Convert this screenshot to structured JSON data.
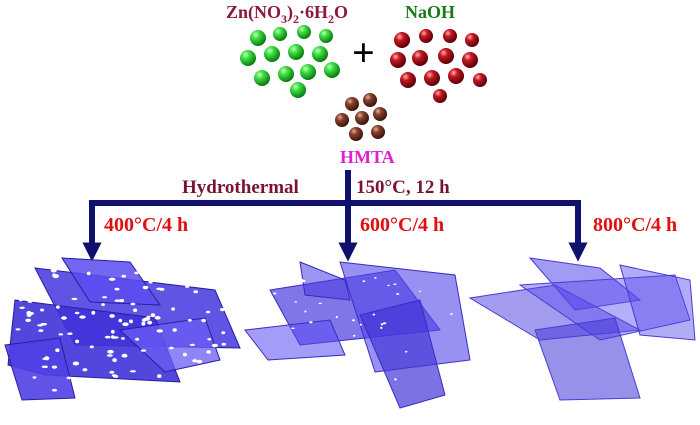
{
  "reagents": {
    "zinc_base": "Zn(NO",
    "zinc_sub3": "3",
    "zinc_paren": ")",
    "zinc_sub2": "2",
    "zinc_dot": "·6H",
    "zinc_h2sub": "2",
    "zinc_o": "O",
    "plus": "+",
    "naoh": "NaOH",
    "hmta": "HMTA"
  },
  "process": {
    "left": "Hydrothermal",
    "right": "150°C, 12 h"
  },
  "branches": [
    {
      "label": "400°C/4 h"
    },
    {
      "label": "600°C/4 h"
    },
    {
      "label": "800°C/4 h"
    }
  ],
  "colors": {
    "zinc_label": "#8b1a3a",
    "naoh_label": "#1a7a1a",
    "hmta_label": "#e020d0",
    "process_label": "#7a1230",
    "branch_label": "#e01010",
    "arrow": "#10106e",
    "sheet": "#4a3ce0",
    "green_particle": "#22c22a",
    "red_particle": "#b0101a",
    "brown_particle": "#7a3a28"
  }
}
